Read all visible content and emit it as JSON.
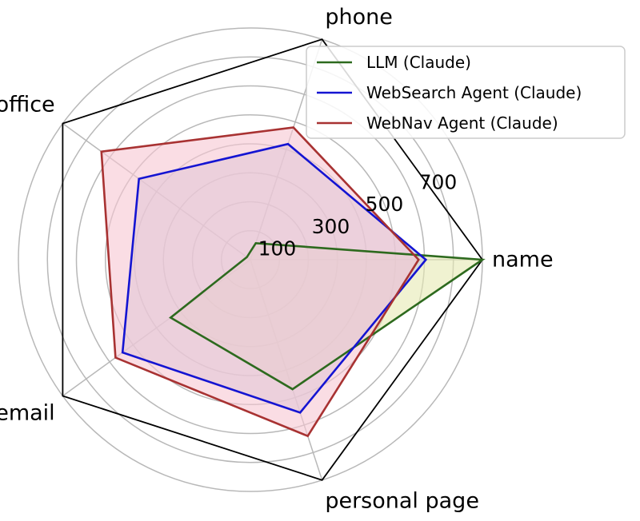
{
  "chart_data": {
    "type": "radar",
    "axes": [
      "name",
      "phone",
      "office",
      "email",
      "personal page"
    ],
    "r_ticks": [
      100,
      300,
      500,
      700
    ],
    "r_max": 800,
    "grid": true,
    "legend_position": "top-right",
    "series": [
      {
        "name": "LLM (Claude)",
        "color": "#2d6a1e",
        "fill": "#e6eab2",
        "values": [
          800,
          60,
          15,
          340,
          470
        ]
      },
      {
        "name": "WebSearch Agent (Claude)",
        "color": "#1414d2",
        "fill": "#c7cae0",
        "values": [
          605,
          420,
          475,
          545,
          555
        ]
      },
      {
        "name": "WebNav Agent (Claude)",
        "color": "#a83232",
        "fill": "#f6c6d2",
        "values": [
          580,
          480,
          635,
          575,
          640
        ]
      }
    ]
  }
}
